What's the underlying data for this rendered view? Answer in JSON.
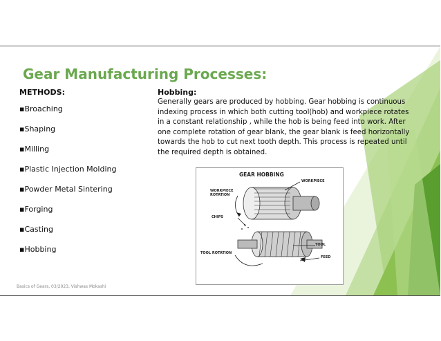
{
  "slide": {
    "title": "Gear Manufacturing Processes:",
    "footer": "Basics of Gears, 03/2023, Vishwas Mokashi"
  },
  "methods": {
    "heading": "METHODS:",
    "items": [
      "▪Broaching",
      "▪Shaping",
      "▪Milling",
      "▪Plastic Injection Molding",
      "▪Powder Metal Sintering",
      "▪Forging",
      "▪Casting",
      "▪Hobbing"
    ]
  },
  "hobbing": {
    "heading": "Hobbing:",
    "text": "Generally gears are produced by hobbing. Gear hobbing is continuous indexing process in which both cutting tool(hob) and workpiece rotates in a constant relationship , while the hob is being feed into work. After one complete rotation of gear blank, the gear blank is feed horizontally towards the hob to cut next tooth depth. This process is repeated until the required depth is obtained."
  },
  "figure": {
    "title": "GEAR HOBBING",
    "labels": {
      "workpiece_rotation": "WORKPIECE ROTATION",
      "workpiece": "WORKPIECE",
      "chips": "CHIPS",
      "tool": "TOOL",
      "tool_rotation": "TOOL ROTATION",
      "feed": "FEED"
    }
  },
  "colors": {
    "title_green": "#6aa84f",
    "deco_green_light": "#c5e0a5",
    "deco_green_mid": "#8cc152",
    "deco_green_dark": "#5a9e2f"
  }
}
